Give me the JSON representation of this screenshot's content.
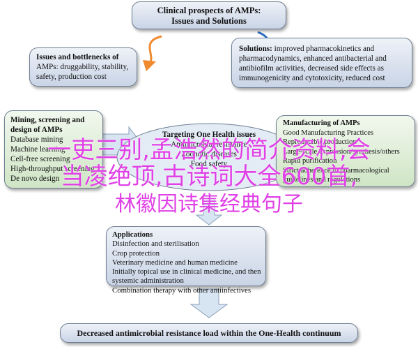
{
  "top_box": {
    "title": "Clinical prospects of AMPs:",
    "subtitle": "Issues and Solutions"
  },
  "issues_box": {
    "title": "Issues and bottlenecks of",
    "lines": [
      "AMPs: druggability, stability,",
      "safety, production cost"
    ]
  },
  "solutions_box": {
    "lead": "Solutions:",
    "lines": [
      " improved pharmacokinetics and",
      "pharmacodynamics, enhanced antibacterial and",
      "antibiofilm activities, decreased side effects as",
      "immunogenicity and cytotoxicity, reduced cost"
    ]
  },
  "mining_box": {
    "title_lines": [
      "Mining, screening and",
      "design of AMPs"
    ],
    "lines": [
      "Database mining",
      "Machine learning",
      "Cell-free screening",
      "High-throughput screening",
      "De novo design"
    ]
  },
  "onehealth_box": {
    "title": "Targeting One Health issues",
    "lines": [
      "Antimicrobial resistance",
      "Zoonotic diseases",
      "Food safety"
    ]
  },
  "manufacturing_box": {
    "title": "Manufacturing of AMPs",
    "lines": [
      "Good Manufacturing Practices",
      "Reproducible production",
      "Large-scale expression/synthesis/others",
      "Rapid purification",
      "Strict adherence to pharmacological",
      "guidelines and regulations"
    ]
  },
  "applications_box": {
    "title": "Applications",
    "lines": [
      "Disinfection and sterilisation",
      "Crop protection",
      "Veterinary medicine and human medicine",
      "Initially topical use in clinical medicine, and then",
      "systemic administration",
      "Combination therapy with other antiinfectives"
    ]
  },
  "bottom_box": {
    "text": "Decreased antimicrobial resistance load within the One-Health continuum"
  },
  "overlay": {
    "line1": "一吏三别,孟浩然的简介资料,会",
    "line2": "当凌绝顶,古诗词大全600首,",
    "line3": "林徽因诗集经典句子"
  },
  "colors": {
    "blue_fill": "#c9d4e6",
    "green_fill": "#cfe5c5",
    "arrow_orange": "#ef8a2e",
    "arrow_blue": "#2f6fc2",
    "overlay_magenta": "#e040e6"
  }
}
